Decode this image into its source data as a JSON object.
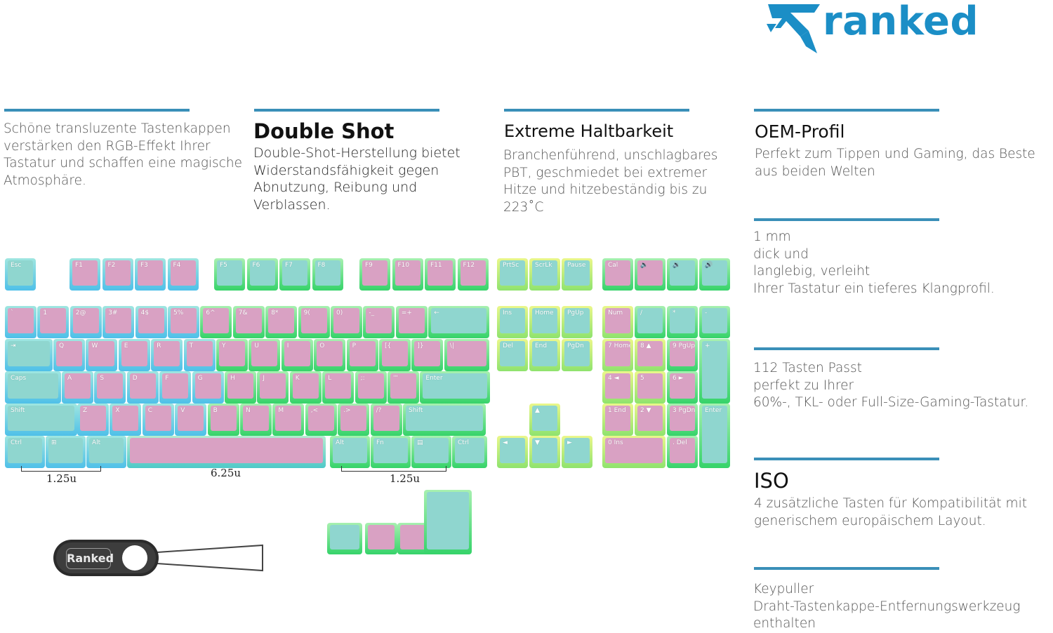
{
  "brand": {
    "name": "ranked",
    "tool_logo": "Ranked",
    "accent": "#1b8ec6"
  },
  "features": {
    "col1": {
      "text": "Schöne transluzente Tastenkappen verstärken den RGB-Effekt Ihrer Tastatur und schaffen eine magische Atmosphäre."
    },
    "col2": {
      "title": "Double Shot",
      "text": "Double-Shot-Herstellung bietet Widerstandsfähigkeit gegen Abnutzung, Reibung und Verblassen."
    },
    "col3": {
      "title": "Extreme Haltbarkeit",
      "text": "Branchenführend, unschlagbares PBT, geschmiedet bei extremer Hitze und hitzebeständig bis zu 223˚C"
    },
    "col4": {
      "title": "OEM-Profil",
      "text": "Perfekt zum Tippen und Gaming, das Beste aus beiden Welten"
    },
    "thickness": {
      "line1": "1 mm",
      "line2": "dick und",
      "line3": "langlebig, verleiht",
      "line4": "Ihrer Tastatur ein tieferes Klangprofil."
    },
    "count": {
      "line1": "112 Tasten Passt",
      "line2": "perfekt zu Ihrer",
      "line3": "60%-, TKL- oder Full-Size-Gaming-Tastatur."
    },
    "iso": {
      "title": "ISO",
      "text": "4 zusätzliche Tasten für Kompatibilität mit generischem europäischem Layout."
    },
    "puller": {
      "line1": "Keypuller",
      "line2": "Draht-Tastenkappe-Entfernungswerkzeug",
      "line3": "enthalten"
    }
  },
  "dimensions": {
    "left": "1.25u",
    "space": "6.25u",
    "right": "1.25u"
  },
  "keys": {
    "fn": [
      "Esc",
      "F1",
      "F2",
      "F3",
      "F4",
      "F5",
      "F6",
      "F7",
      "F8",
      "F9",
      "F10",
      "F11",
      "F12"
    ],
    "nav_top": [
      "PrtSc",
      "ScrLk",
      "Pause"
    ],
    "media": [
      "Cal",
      "🔈",
      "🔉",
      "🔊"
    ],
    "num_row": [
      "`",
      "1",
      "2@",
      "3#",
      "4$",
      "5%",
      "6^",
      "7&",
      "8*",
      "9(",
      "0)",
      "-_",
      "=+",
      "←"
    ],
    "q_row": [
      "⇥",
      "Q",
      "W",
      "E",
      "R",
      "T",
      "Y",
      "U",
      "I",
      "O",
      "P",
      "[{",
      "]}",
      "\\|"
    ],
    "a_row": [
      "Caps",
      "A",
      "S",
      "D",
      "F",
      "G",
      "H",
      "J",
      "K",
      "L",
      ";:",
      "'\"",
      "Enter"
    ],
    "z_row": [
      "Shift",
      "Z",
      "X",
      "C",
      "V",
      "B",
      "N",
      "M",
      ",<",
      ".>",
      "/?",
      "Shift"
    ],
    "bottom": [
      "Ctrl",
      "⊞",
      "Alt",
      "Alt",
      "Fn",
      "▤",
      "Ctrl"
    ],
    "nav": [
      "Ins",
      "Home",
      "PgUp",
      "Del",
      "End",
      "PgDn"
    ],
    "numpad": [
      "Num",
      "/",
      "*",
      "-",
      "7 Home",
      "8 ▲",
      "9 PgUp",
      "+",
      "4 ◄",
      "5",
      "6 ►",
      "1 End",
      "2 ▼",
      "3 PgDn",
      "Enter",
      "0 Ins",
      ". Del"
    ],
    "arrows": [
      "▲",
      "◄",
      "▼",
      "►"
    ]
  }
}
